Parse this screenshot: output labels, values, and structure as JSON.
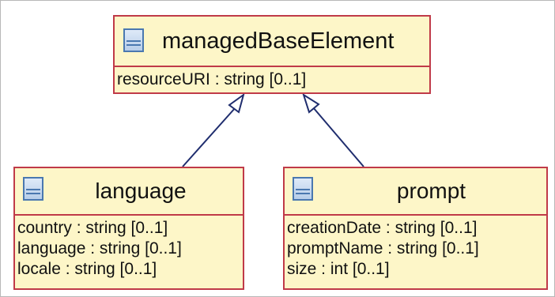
{
  "classes": {
    "base": {
      "name": "managedBaseElement",
      "attributes": [
        "resourceURI : string [0..1]"
      ]
    },
    "language": {
      "name": "language",
      "attributes": [
        "country : string [0..1]",
        "language : string [0..1]",
        "locale : string [0..1]"
      ]
    },
    "prompt": {
      "name": "prompt",
      "attributes": [
        "creationDate : string [0..1]",
        "promptName : string [0..1]",
        "size : int [0..1]"
      ]
    }
  },
  "relationships": [
    {
      "type": "generalization",
      "from": "language",
      "to": "managedBaseElement"
    },
    {
      "type": "generalization",
      "from": "prompt",
      "to": "managedBaseElement"
    }
  ],
  "colors": {
    "class_fill": "#fdf6c8",
    "class_border": "#c03a48",
    "connector": "#1f2d6e",
    "icon_border": "#4a78b0"
  },
  "icons": {
    "class": "class-icon"
  }
}
